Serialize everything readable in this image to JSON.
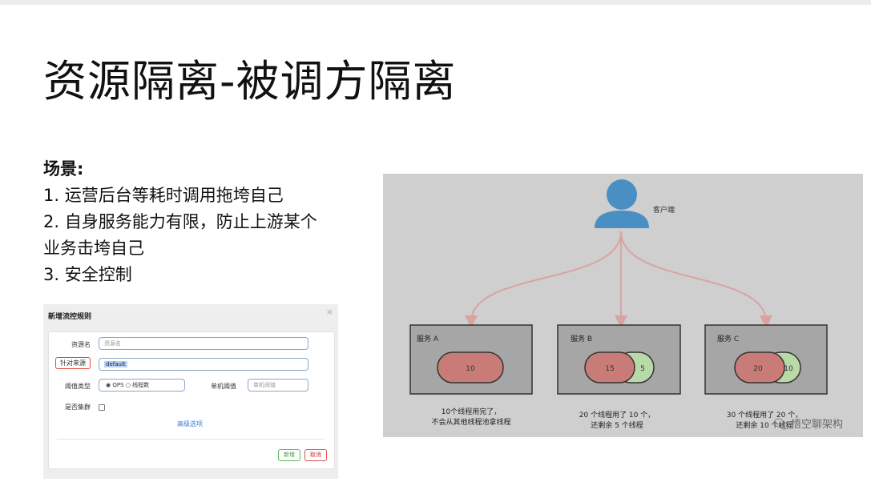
{
  "slide": {
    "title": "资源隔离-被调方隔离",
    "scene_heading": "场景:",
    "scene_items": [
      "1. 运营后台等耗时调用拖垮自己",
      "2. 自身服务能力有限，防止上游某个业务击垮自己",
      "3. 安全控制"
    ]
  },
  "dialog": {
    "title": "新增流控规则",
    "close": "×",
    "resource_label": "资源名",
    "resource_placeholder": "资源名",
    "source_label": "针对来源",
    "source_value": "default",
    "threshold_type_label": "阈值类型",
    "radio_qps": "QPS",
    "radio_threads": "线程数",
    "single_threshold_label": "单机阈值",
    "single_threshold_placeholder": "单机阈值",
    "cluster_label": "是否集群",
    "advanced": "高级选项",
    "add_button": "新增",
    "cancel_button": "取消"
  },
  "diagram": {
    "client_label": "客户端",
    "services": [
      {
        "name": "服务 A",
        "used": 10,
        "remaining": null,
        "caption1": "10个线程用完了，",
        "caption2": "不会从其他线程池拿线程"
      },
      {
        "name": "服务 B",
        "used": 15,
        "remaining": 5,
        "caption1": "20 个线程用了 10 个，",
        "caption2": "还剩余 5 个线程"
      },
      {
        "name": "服务 C",
        "used": 20,
        "remaining": 10,
        "caption1": "30 个线程用了 20 个，",
        "caption2": "还剩余 10 个线程"
      }
    ],
    "watermark": "悟空聊架构",
    "colors": {
      "used": "#c97b77",
      "remaining": "#b9d9a9",
      "arrow": "#d9a3a0",
      "person": "#4a8fc4",
      "box": "#a6a6a6"
    }
  }
}
